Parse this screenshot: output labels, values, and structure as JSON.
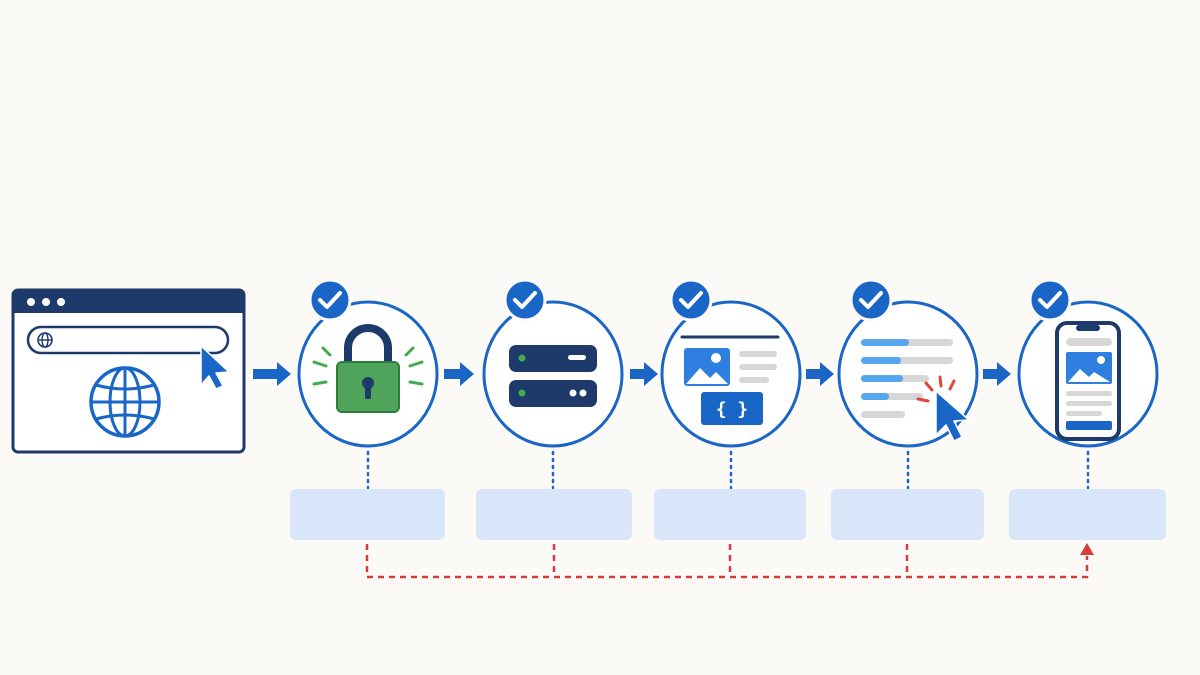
{
  "colors": {
    "background": "#fbfaf6",
    "primary_blue": "#1a66c7",
    "navy": "#1d3a6b",
    "lock_green": "#4fa35a",
    "accent_green": "#3fae4a",
    "click_red": "#e0443a",
    "label_box_fill": "#d9e6fa",
    "connector_red": "#d93a3a",
    "image_blue": "#2f7fe0",
    "line_gray": "#d7d7d7",
    "bar_blue": "#56a6f0"
  },
  "browser": {
    "address_bar_text": "",
    "icons": [
      "window-dots-icon",
      "globe-icon",
      "cursor-icon"
    ]
  },
  "steps": [
    {
      "id": "https-lock",
      "icon": "padlock-icon",
      "status": "complete",
      "label": ""
    },
    {
      "id": "server",
      "icon": "server-icon",
      "status": "complete",
      "label": ""
    },
    {
      "id": "render",
      "icon": "webpage-code-icon",
      "status": "complete",
      "label": ""
    },
    {
      "id": "interaction",
      "icon": "click-cursor-icon",
      "status": "complete",
      "label": ""
    },
    {
      "id": "mobile",
      "icon": "mobile-phone-icon",
      "status": "complete",
      "label": ""
    }
  ],
  "step_labels": [
    "",
    "",
    "",
    "",
    ""
  ],
  "connector": {
    "style": "dashed",
    "from_step": 1,
    "to_step": 5
  }
}
